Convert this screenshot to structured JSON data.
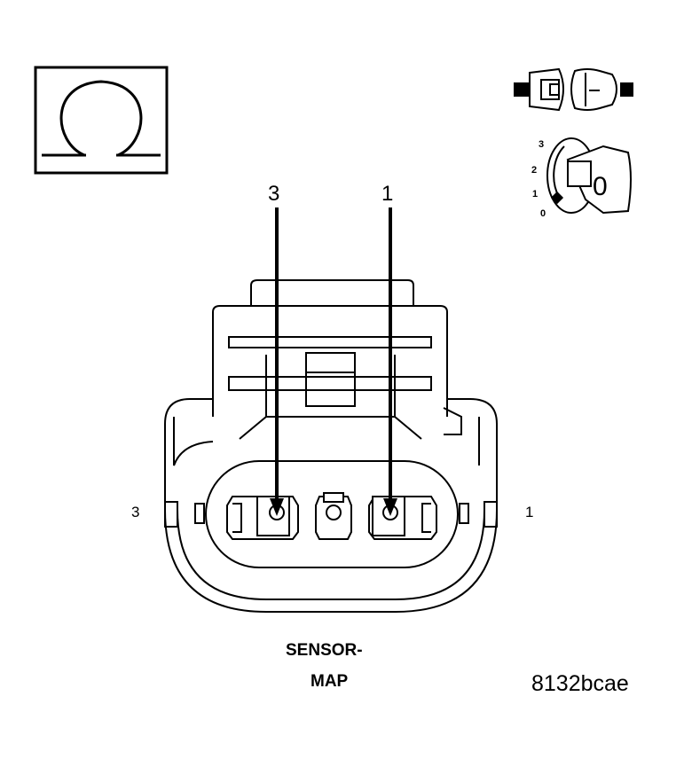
{
  "diagram": {
    "top_pin_labels": {
      "left": "3",
      "right": "1"
    },
    "side_pin_labels": {
      "left": "3",
      "right": "1"
    },
    "title_line1": "SENSOR-",
    "title_line2": "MAP",
    "code": "8132bcae",
    "ignition": {
      "positions": [
        "3",
        "2",
        "1",
        "0"
      ],
      "key_label": "0"
    },
    "icons": [
      "ohmmeter-icon",
      "connector-disconnected-icon",
      "ignition-key-off-icon"
    ]
  }
}
